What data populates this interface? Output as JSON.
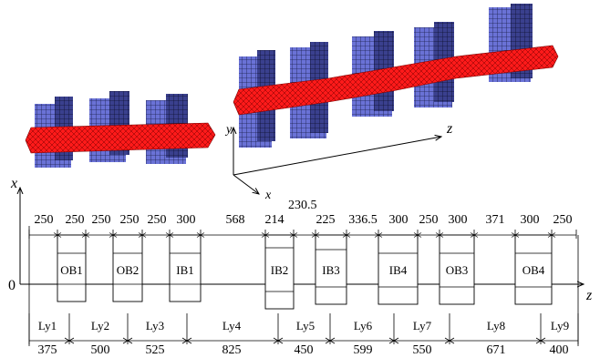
{
  "axes": {
    "iso_y": "y",
    "iso_z": "z",
    "iso_x": "x",
    "main_x": "x",
    "main_z": "z",
    "origin": "0"
  },
  "colors": {
    "magnet_blue": "#5a63c8",
    "magnet_dark": "#1b1f4a",
    "magnet_red": "#ff1a1a",
    "line": "#000000"
  },
  "top_dims": [
    "250",
    "250",
    "250",
    "250",
    "250",
    "300",
    "568",
    "214",
    "225",
    "336.5",
    "300",
    "250",
    "300",
    "371",
    "300",
    "250"
  ],
  "floating_dim": "230.5",
  "magnets": [
    "OB1",
    "OB2",
    "IB1",
    "IB2",
    "IB3",
    "IB4",
    "OB3",
    "OB4"
  ],
  "layers": [
    "Ly1",
    "Ly2",
    "Ly3",
    "Ly4",
    "Ly5",
    "Ly6",
    "Ly7",
    "Ly8",
    "Ly9"
  ],
  "bottom_dims": [
    "375",
    "500",
    "525",
    "825",
    "450",
    "599",
    "550",
    "671",
    "400"
  ]
}
